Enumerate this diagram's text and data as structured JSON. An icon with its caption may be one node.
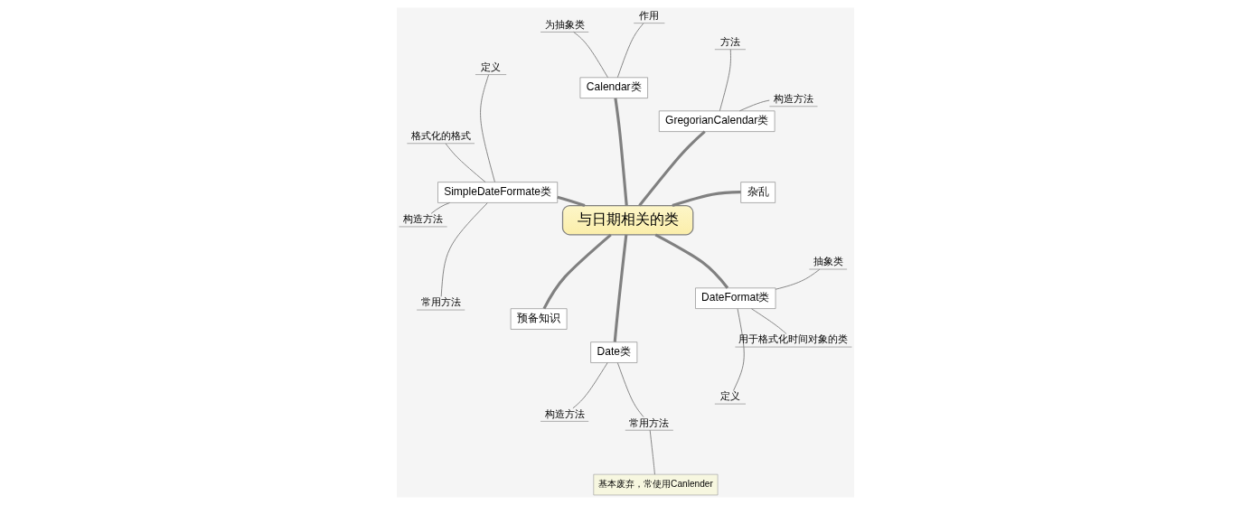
{
  "diagram": {
    "nodes": [
      {
        "text": [
          "与日期相关的类"
        ]
      },
      {
        "text": [
          "杂乱"
        ]
      },
      {
        "text": [
          "GregorianCalendar类"
        ]
      },
      {
        "text": [
          "构造方法"
        ]
      },
      {
        "text": [
          "方法"
        ]
      },
      {
        "text": [
          "Calendar类"
        ]
      },
      {
        "text": [
          "作用"
        ]
      },
      {
        "text": [
          "为抽象类"
        ]
      },
      {
        "text": [
          "SimpleDateFormate类"
        ]
      },
      {
        "text": [
          "定义"
        ]
      },
      {
        "text": [
          "格式化的格式"
        ]
      },
      {
        "text": [
          "构造方法"
        ]
      },
      {
        "text": [
          "常用方法"
        ]
      },
      {
        "text": [
          "预备知识"
        ]
      },
      {
        "text": [
          "Date类"
        ]
      },
      {
        "text": [
          "构造方法"
        ]
      },
      {
        "text": [
          "常用方法"
        ]
      },
      {
        "text": [
          "基本废弃，常使用Canlender"
        ]
      },
      {
        "text": [
          "DateFormat类"
        ]
      },
      {
        "text": [
          "定义"
        ]
      },
      {
        "text": [
          "用于格式化时间对象的类"
        ]
      },
      {
        "text": [
          "抽象类"
        ]
      }
    ],
    "edges": [
      {
        "from": 0,
        "to": 1,
        "arrow": "none",
        "style": "thick"
      },
      {
        "from": 0,
        "to": 2,
        "arrow": "none",
        "style": "thick"
      },
      {
        "from": 2,
        "to": 3,
        "arrow": "none"
      },
      {
        "from": 2,
        "to": 4,
        "arrow": "none"
      },
      {
        "from": 0,
        "to": 5,
        "arrow": "none",
        "style": "thick"
      },
      {
        "from": 5,
        "to": 6,
        "arrow": "none"
      },
      {
        "from": 5,
        "to": 7,
        "arrow": "none"
      },
      {
        "from": 0,
        "to": 8,
        "arrow": "none",
        "style": "thick"
      },
      {
        "from": 8,
        "to": 9,
        "arrow": "none"
      },
      {
        "from": 8,
        "to": 10,
        "arrow": "none"
      },
      {
        "from": 8,
        "to": 11,
        "arrow": "none"
      },
      {
        "from": 8,
        "to": 12,
        "arrow": "none"
      },
      {
        "from": 0,
        "to": 13,
        "arrow": "none",
        "style": "thick"
      },
      {
        "from": 0,
        "to": 14,
        "arrow": "none",
        "style": "thick"
      },
      {
        "from": 14,
        "to": 15,
        "arrow": "none"
      },
      {
        "from": 14,
        "to": 16,
        "arrow": "none"
      },
      {
        "from": 16,
        "to": 17,
        "arrow": "none"
      },
      {
        "from": 0,
        "to": 18,
        "arrow": "none",
        "style": "thick"
      },
      {
        "from": 18,
        "to": 19,
        "arrow": "none"
      },
      {
        "from": 18,
        "to": 20,
        "arrow": "none"
      },
      {
        "from": 18,
        "to": 21,
        "arrow": "none"
      }
    ]
  }
}
